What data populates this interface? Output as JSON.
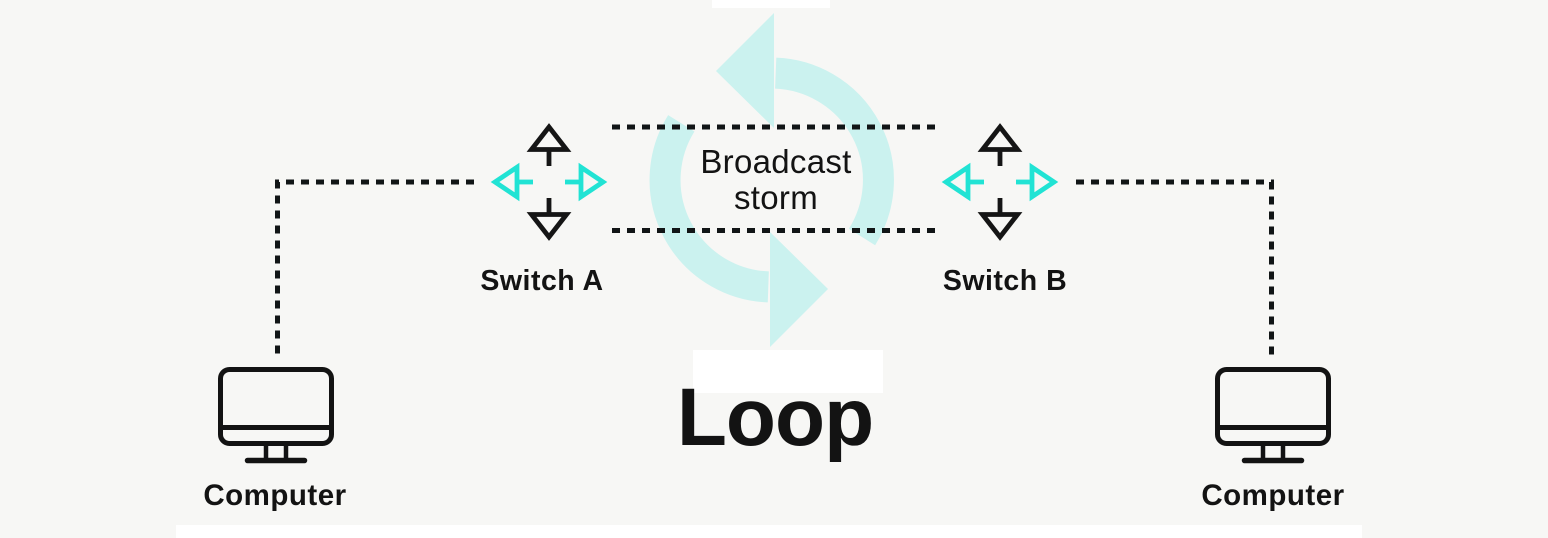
{
  "diagram": {
    "loop_label": "Loop",
    "center_label": {
      "lines": [
        "Broadcast",
        "storm"
      ]
    },
    "nodes": {
      "switch_a": {
        "label": "Switch A",
        "icon": "four-way-arrows-switch-icon"
      },
      "switch_b": {
        "label": "Switch B",
        "icon": "four-way-arrows-switch-icon"
      },
      "computer_left": {
        "label": "Computer",
        "icon": "monitor-computer-icon"
      },
      "computer_right": {
        "label": "Computer",
        "icon": "monitor-computer-icon"
      }
    },
    "center_icon": "circular-loop-arrows-icon",
    "links": [
      {
        "from": "computer_left",
        "to": "switch_a",
        "style": "dotted",
        "lines": 1
      },
      {
        "from": "switch_a",
        "to": "switch_b",
        "style": "dotted",
        "lines": 2
      },
      {
        "from": "switch_b",
        "to": "computer_right",
        "style": "dotted",
        "lines": 1
      }
    ],
    "colors": {
      "background": "#f7f7f5",
      "ink": "#131313",
      "accent_cyan": "#21e3d4",
      "loop_fill": "#cbf2ef",
      "white": "#ffffff"
    }
  }
}
